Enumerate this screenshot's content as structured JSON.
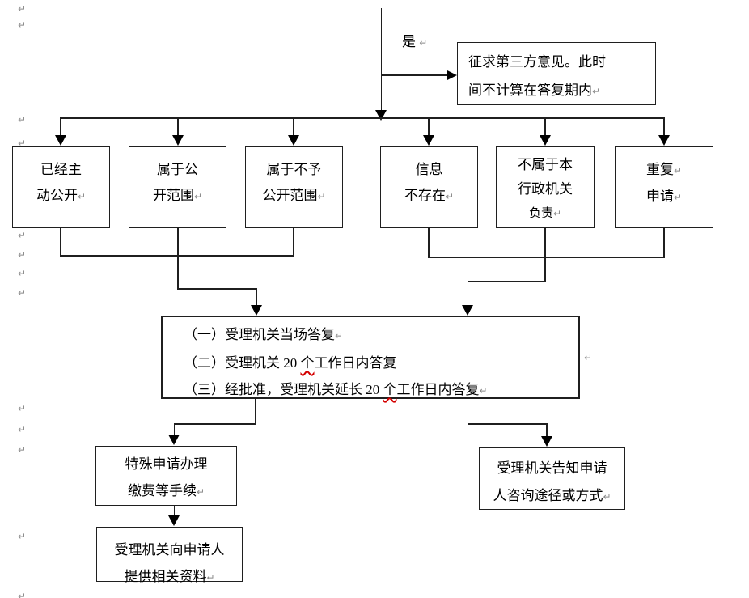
{
  "colors": {
    "line": "#1f1f1f",
    "squiggle": "#d40000",
    "mark": "#8a8a8a"
  },
  "marks": {
    "return": "↵"
  },
  "labels": {
    "yes": "是"
  },
  "boxes": {
    "third_party": {
      "line1": "征求第三方意见。此时",
      "line2": "间不计算在答复期内"
    },
    "already_public": {
      "line1": "已经主",
      "line2": "动公开"
    },
    "public_scope": {
      "line1": "属于公",
      "line2": "开范围"
    },
    "non_public_scope": {
      "line1": "属于不予",
      "line2": "公开范围"
    },
    "info_not_exist": {
      "line1": "信息",
      "line2": "不存在"
    },
    "not_this_agency": {
      "line1": "不属于本",
      "line2": "行政机关",
      "line3": "负责"
    },
    "repeat_application": {
      "line1": "重复",
      "line2": "申请"
    },
    "reply": {
      "line1": "（一）受理机关当场答复",
      "line2_pre": "（二）受理机关 20 ",
      "line2_sq": "个",
      "line2_post": "工作日内答复",
      "line3_pre": "（三）经批准，受理机关延长 20 ",
      "line3_sq": "个",
      "line3_post": "工作日内答复"
    },
    "special_procedure": {
      "line1": "特殊申请办理",
      "line2": "缴费等手续"
    },
    "provide_material": {
      "line1": "受理机关向申请人",
      "line2": "提供相关资料"
    },
    "inform_channel": {
      "line1": "受理机关告知申请",
      "line2": "人咨询途径或方式"
    }
  }
}
